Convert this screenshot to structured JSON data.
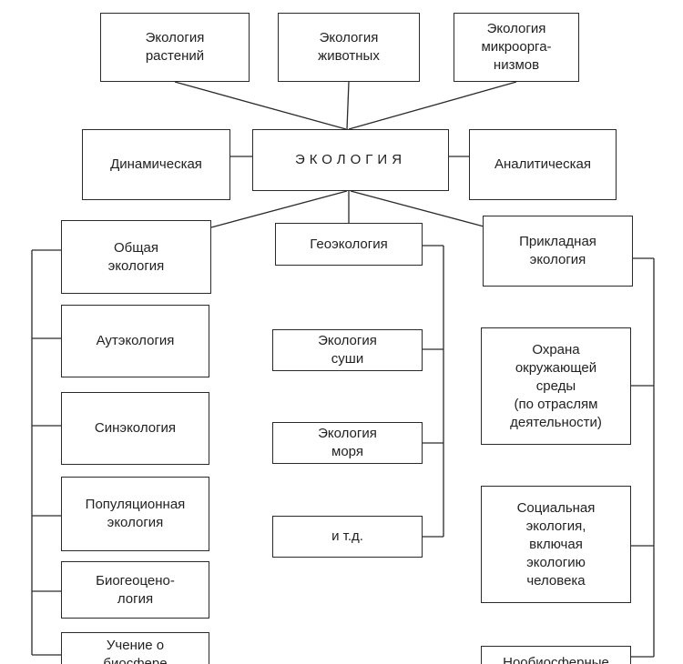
{
  "diagram": {
    "nodes": {
      "plants": "Экология\nрастений",
      "animals": "Экология\nживотных",
      "microbes": "Экология\nмикроорга-\nнизмов",
      "dynamic": "Динамическая",
      "center": "ЭКОЛОГИЯ",
      "analytic": "Аналитическая",
      "general": "Общая\nэкология",
      "geo": "Геоэкология",
      "applied": "Прикладная\nэкология",
      "autecology": "Аутэкология",
      "land": "Экология\nсуши",
      "protection": "Охрана\nокружающей\nсреды\n(по отраслям\nдеятельности)",
      "synecology": "Синэкология",
      "sea": "Экология\nморя",
      "population": "Популяционная\nэкология",
      "etc": "и т.д.",
      "social": "Социальная\nэкология,\nвключая\nэкологию\nчеловека",
      "biogeo": "Биогеоцено-\nлогия",
      "doctrine": "Учение о\nбиосфере",
      "bottom_right": "Нообиосферные"
    }
  }
}
